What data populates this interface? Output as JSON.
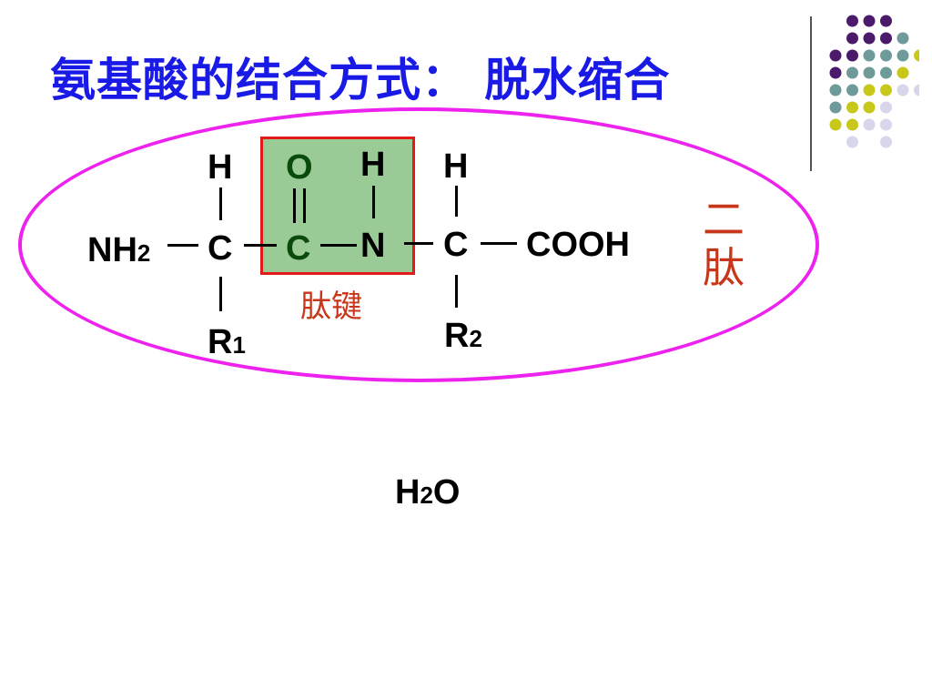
{
  "slide": {
    "title": "氨基酸的结合方式：  脱水缩合",
    "product_label": "二肽",
    "bond_label": "肽键",
    "colors": {
      "title": "#1a1ae6",
      "ellipse": "#ee22ee",
      "peptide_box_fill": "#9acb96",
      "peptide_box_border": "#e21a1a",
      "label_red": "#c8361a"
    }
  },
  "molecule": {
    "nh2_main": "NH",
    "nh2_sub": "2",
    "c1": "C",
    "h1": "H",
    "r1_main": "R",
    "r1_sub": "1",
    "o": "O",
    "c2": "C",
    "h_n": "H",
    "n": "N",
    "c3": "C",
    "h3": "H",
    "cooh": "COOH",
    "r2_main": "R",
    "r2_sub": "2"
  },
  "water": {
    "h": "H",
    "sub": "2",
    "o": "O"
  },
  "decoration": {
    "dot_grid": [
      [
        "",
        "#4b1a6b",
        "#4b1a6b",
        "#4b1a6b",
        "",
        ""
      ],
      [
        "",
        "#4b1a6b",
        "#4b1a6b",
        "#4b1a6b",
        "#6f9a9a",
        ""
      ],
      [
        "#4b1a6b",
        "#4b1a6b",
        "#6f9a9a",
        "#6f9a9a",
        "#6f9a9a",
        "#c8c81a"
      ],
      [
        "#4b1a6b",
        "#6f9a9a",
        "#6f9a9a",
        "#6f9a9a",
        "#c8c81a",
        ""
      ],
      [
        "#6f9a9a",
        "#6f9a9a",
        "#c8c81a",
        "#c8c81a",
        "#d8d6ea",
        "#d8d6ea"
      ],
      [
        "#6f9a9a",
        "#c8c81a",
        "#c8c81a",
        "#d8d6ea",
        "",
        ""
      ],
      [
        "#c8c81a",
        "#c8c81a",
        "#d8d6ea",
        "#d8d6ea",
        "",
        ""
      ],
      [
        "",
        "#d8d6ea",
        "",
        "#d8d6ea",
        "",
        ""
      ]
    ]
  }
}
